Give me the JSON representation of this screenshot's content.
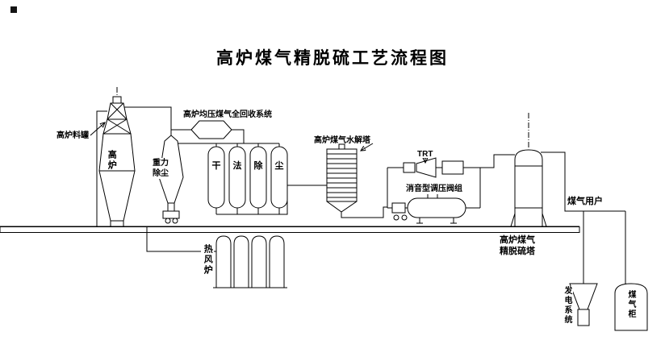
{
  "title": "高炉煤气精脱硫工艺流程图",
  "components": {
    "charging_tank": {
      "label": "高炉料罐"
    },
    "blast_furnace": {
      "label": "高炉"
    },
    "gravity_dust_collector": {
      "label": "重力除尘"
    },
    "pressure_recovery_system": {
      "label": "高炉均压煤气全回收系统"
    },
    "dry_dedusting": {
      "label": "干法除尘",
      "vessel_chars": [
        "干",
        "法",
        "除",
        "尘"
      ]
    },
    "hydrolysis_tower": {
      "label": "高炉煤气水解塔"
    },
    "trt_unit": {
      "label": "TRT"
    },
    "pressure_valve_group": {
      "label": "消音型调压阀组"
    },
    "desulfurization_tower": {
      "label": "高炉煤气精脱硫塔"
    },
    "gas_users": {
      "label": "煤气用户"
    },
    "hot_blast_stove": {
      "label": "热风炉"
    },
    "power_generation": {
      "label": "发电系统"
    },
    "gas_holder": {
      "label": "煤气柜"
    }
  },
  "colors": {
    "line": "#000000",
    "background": "#ffffff",
    "text": "#000000"
  }
}
